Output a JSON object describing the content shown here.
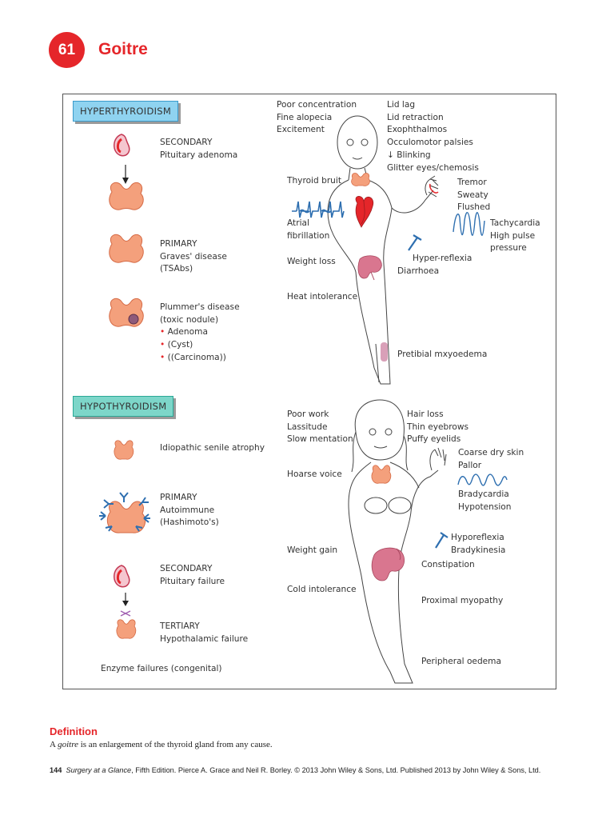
{
  "header": {
    "chapter_number": "61",
    "chapter_title": "Goitre"
  },
  "hyper": {
    "tag": "HYPERTHYROIDISM",
    "causes": {
      "secondary": [
        "SECONDARY",
        "Pituitary adenoma"
      ],
      "primary": [
        "PRIMARY",
        "Graves' disease",
        "(TSAbs)"
      ],
      "plummer": [
        "Plummer's disease",
        "(toxic nodule)"
      ],
      "plummer_items": [
        "Adenoma",
        "(Cyst)",
        "((Carcinoma))"
      ]
    },
    "signs": {
      "head_left": [
        "Poor concentration",
        "Fine alopecia",
        "Excitement"
      ],
      "head_right": [
        "Lid lag",
        "Lid retraction",
        "Exophthalmos",
        "Occulomotor palsies",
        "↓ Blinking",
        "Glitter eyes/chemosis"
      ],
      "thyroid_bruit": "Thyroid bruit",
      "hand": [
        "Tremor",
        "Sweaty",
        "Flushed"
      ],
      "af": [
        "Atrial",
        "fibrillation"
      ],
      "pulse": [
        "Tachycardia",
        "High pulse",
        "pressure"
      ],
      "weight_loss": "Weight loss",
      "hyper_reflexia": "Hyper-reflexia",
      "diarrhoea": "Diarrhoea",
      "heat": "Heat intolerance",
      "pretibial": "Pretibial mxyoedema"
    }
  },
  "hypo": {
    "tag": "HYPOTHYROIDISM",
    "causes": {
      "idiopathic": "Idiopathic senile atrophy",
      "primary": [
        "PRIMARY",
        "Autoimmune",
        "(Hashimoto's)"
      ],
      "secondary": [
        "SECONDARY",
        "Pituitary failure"
      ],
      "tertiary": [
        "TERTIARY",
        "Hypothalamic failure"
      ],
      "enzyme": "Enzyme failures (congenital)"
    },
    "signs": {
      "head_left": [
        "Poor work",
        "Lassitude",
        "Slow mentation"
      ],
      "head_right": [
        "Hair loss",
        "Thin eyebrows",
        "Puffy eyelids"
      ],
      "skin": [
        "Coarse dry skin",
        "Pallor"
      ],
      "hoarse": "Hoarse voice",
      "brady": [
        "Bradycardia",
        "Hypotension"
      ],
      "reflex": [
        "Hyporeflexia",
        "Bradykinesia"
      ],
      "weight_gain": "Weight gain",
      "constipation": "Constipation",
      "cold": "Cold intolerance",
      "myopathy": "Proximal myopathy",
      "oedema": "Peripheral oedema"
    }
  },
  "definition": {
    "heading": "Definition",
    "text_prefix": "A ",
    "term": "goitre",
    "text_suffix": " is an enlargement of the thyroid gland from any cause."
  },
  "footer": {
    "page_number": "144",
    "book_title": "Surgery at a Glance",
    "citation": ", Fifth Edition. Pierce A. Grace and Neil R. Borley. © 2013 John Wiley & Sons, Ltd. Published 2013 by John Wiley & Sons, Ltd."
  },
  "colors": {
    "accent_red": "#e5262a",
    "hyper_tag": "#8fd3f0",
    "hypo_tag": "#7dd6c9",
    "trace_blue": "#2e6fb0",
    "thyroid": "#f29a7a",
    "organ_pink": "#d9768f"
  }
}
